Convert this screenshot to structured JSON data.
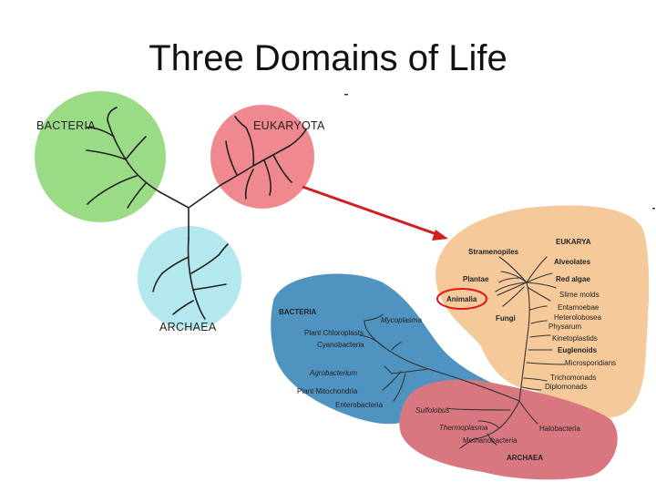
{
  "title": "Three Domains of Life",
  "colors": {
    "bacteria": "#9adb86",
    "eukaryota": "#f0888f",
    "archaea": "#b3e9ee",
    "bacteria_blob": "#4f94c0",
    "eukarya_blob": "#f5c99a",
    "archaea_blob": "#d97780",
    "arrow": "#d11f1f",
    "highlight": "#e01818"
  },
  "top_tree": {
    "bacteria": "BACTERIA",
    "eukaryota": "EUKARYOTA",
    "archaea": "ARCHAEA"
  },
  "detailed_tree": {
    "eukarya": {
      "header": "EUKARYA",
      "groups": [
        "Stramenopiles",
        "Alveolates",
        "Plantae",
        "Red algae",
        "Animalia",
        "Slime molds",
        "Entamoebae",
        "Fungi",
        "Heterolobosea",
        "Physarum",
        "Kinetoplastids",
        "Euglenoids",
        "Microsporidians",
        "Trichomonads",
        "Diplomonads"
      ]
    },
    "bacteria": {
      "header": "BACTERIA",
      "groups": [
        "Mycoplasma",
        "Plant Chloroplasts",
        "Cyanobacteria",
        "Agrobacterium",
        "Plant Mitochondria",
        "Enterobacteria"
      ]
    },
    "archaea": {
      "header": "ARCHAEA",
      "groups": [
        "Sulfolobus",
        "Thermoplasma",
        "Halobacteria",
        "Methanobacteria"
      ]
    }
  }
}
